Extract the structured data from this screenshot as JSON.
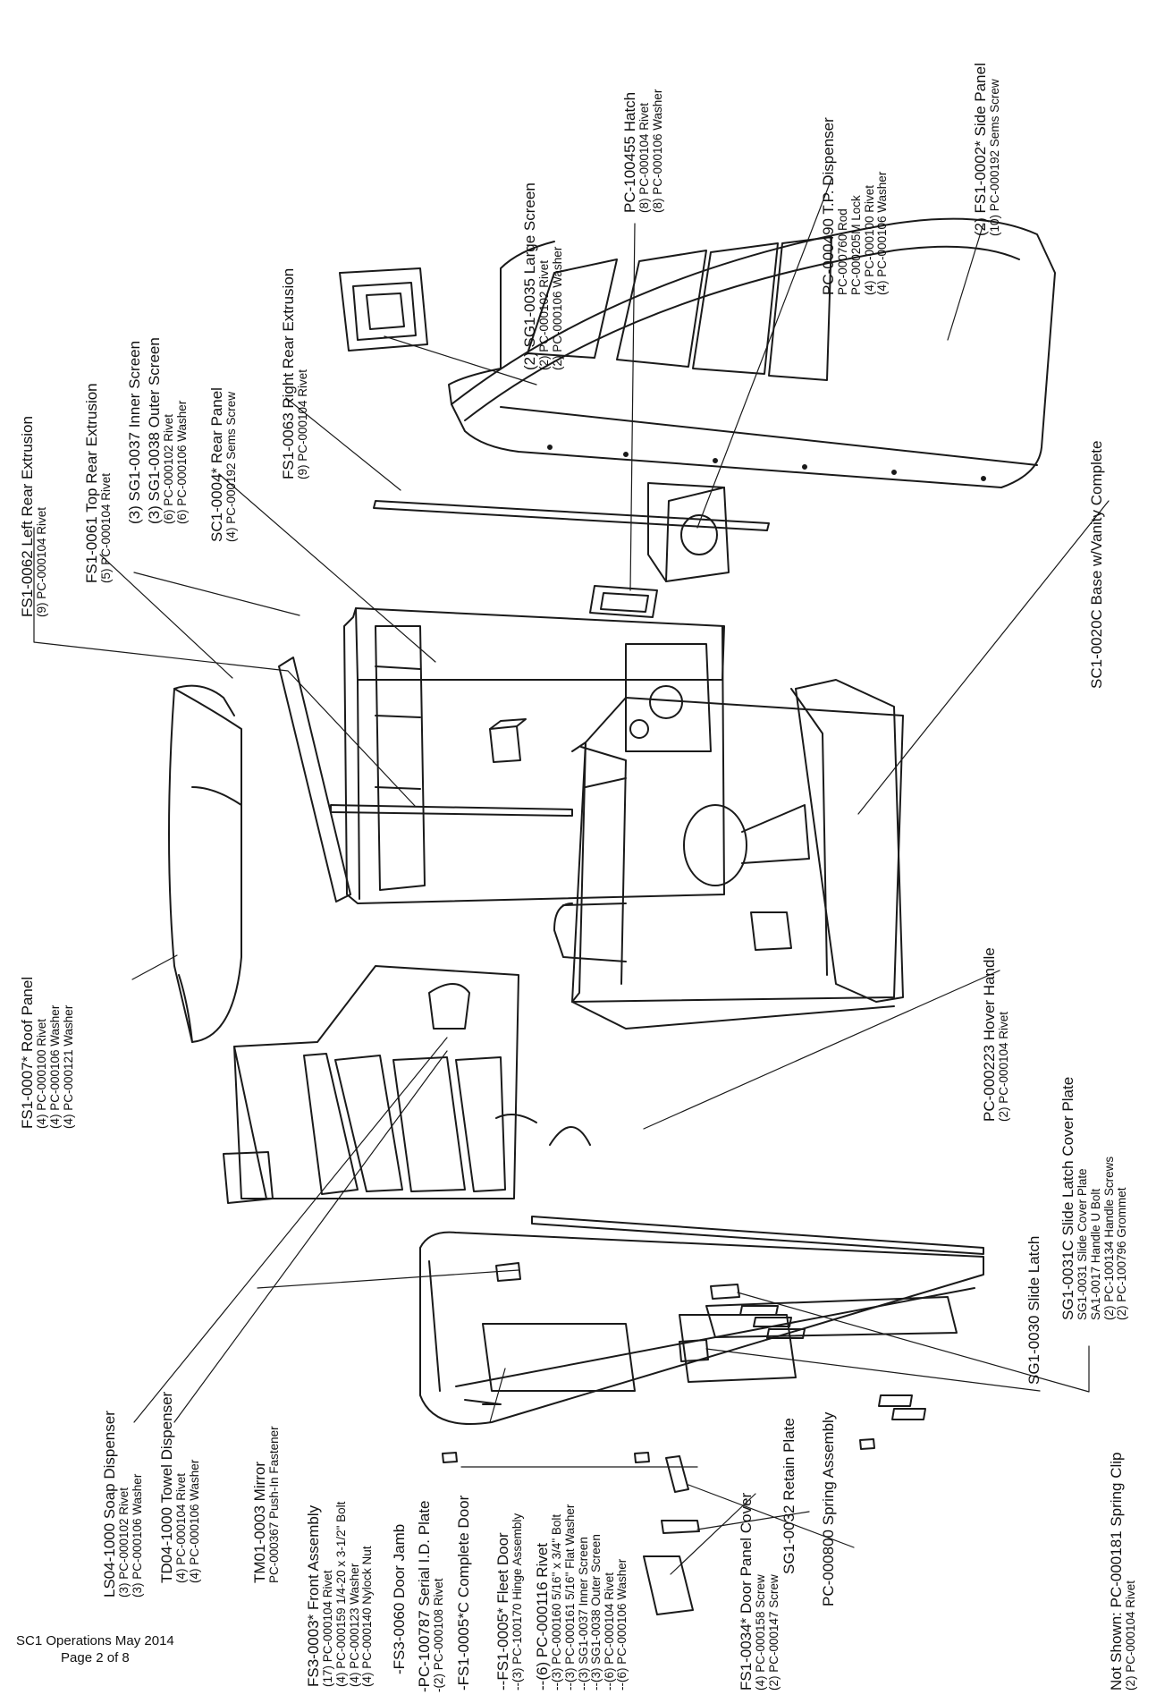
{
  "footer": {
    "doc": "SC1 Operations May 2014",
    "page": "Page 2 of 8"
  },
  "labels": [
    {
      "title": "FS1-0062 Left Rear Extrusion",
      "subs": [
        "(9) PC-000104 Rivet"
      ]
    },
    {
      "title": "FS1-0061 Top Rear Extrusion",
      "subs": [
        "(5) PC-000104 Rivet"
      ]
    },
    {
      "title": "(3) SG1-0037 Inner Screen",
      "subs": []
    },
    {
      "title": "(3) SG1-0038 Outer Screen",
      "subs": [
        "(6) PC-000102 Rivet",
        "(6) PC-000106 Washer"
      ]
    },
    {
      "title": "SC1-0004* Rear Panel",
      "subs": [
        "(4) PC-000192 Sems Screw"
      ]
    },
    {
      "title": "FS1-0063 Right Rear Extrusion",
      "subs": [
        "(9) PC-000104 Rivet"
      ]
    },
    {
      "title": "(2) SG1-0035 Large Screen",
      "subs": [
        "(2) PC-000102 Rivet",
        "(2) PC-000106 Washer"
      ]
    },
    {
      "title": "PC-100455 Hatch",
      "subs": [
        "(8) PC-000104 Rivet",
        "(8) PC-000106 Washer"
      ]
    },
    {
      "title": "PC-000490 T.P. Dispenser",
      "subs": [
        "PC-000760 Rod",
        "PC-000205M Lock",
        "(4) PC-000100 Rivet",
        "(4) PC-000106 Washer"
      ]
    },
    {
      "title": "(2) FS1-0002* Side Panel",
      "subs": [
        "(10) PC-000192 Sems Screw"
      ]
    },
    {
      "title": "SC1-0020C Base w/Vanity Complete",
      "subs": []
    },
    {
      "title": "FS1-0007* Roof Panel",
      "subs": [
        "(4) PC-000100 Rivet",
        "(4) PC-000106 Washer",
        "(4) PC-000121 Washer"
      ]
    },
    {
      "title": "PC-000223 Hover Handle",
      "subs": [
        "(2) PC-000104 Rivet"
      ]
    },
    {
      "title": "SG1-0031C Slide Latch Cover Plate",
      "subs": [
        "SG1-0031 Slide Cover Plate",
        "SA1-0017 Handle U Bolt",
        "(2) PC-100134 Handle Screws",
        "(2) PC-100796 Grommet"
      ]
    },
    {
      "title": "LS04-1000 Soap Dispenser",
      "subs": [
        "(3) PC-000102 Rivet",
        "(3) PC-000106 Washer"
      ]
    },
    {
      "title": "TD04-1000 Towel Dispenser",
      "subs": [
        "(4) PC-000104 Rivet",
        "(4) PC-000106 Washer"
      ]
    },
    {
      "title": "TM01-0003 Mirror",
      "subs": [
        "PC-000367 Push-In Fastener"
      ]
    },
    {
      "title": "FS3-0003* Front Assembly",
      "subs": [
        "(17) PC-000104 Rivet",
        "(4) PC-000159 1/4-20 x 3-1/2\" Bolt",
        "(4) PC-000123 Washer",
        "(4) PC-000140 Nylock Nut"
      ]
    },
    {
      "title": "-FS3-0060 Door Jamb",
      "subs": []
    },
    {
      "title": "-PC-100787 Serial I.D. Plate",
      "subs": [
        "-(2) PC-000108 Rivet"
      ]
    },
    {
      "title": "-FS1-0005*C Complete Door",
      "subs": []
    },
    {
      "title": "--FS1-0005* Fleet Door",
      "subs": [
        "--(3) PC-100170 Hinge Assembly"
      ]
    },
    {
      "title": "--(6) PC-000116 Rivet",
      "subs": [
        "--(3) PC-000160 5/16\" x 3/4\" Bolt",
        "--(3) PC-000161 5/16\" Flat Washer",
        "--(3) SG1-0037 Inner Screen",
        "--(3) SG1-0038 Outer Screen",
        "--(6) PC-000104 Rivet",
        "--(6) PC-000106 Washer"
      ]
    },
    {
      "title": "FS1-0034* Door Panel Cover",
      "subs": [
        "(4) PC-000158 Screw",
        "(2) PC-000147 Screw"
      ]
    },
    {
      "title": "SG1-0032 Retain Plate",
      "subs": []
    },
    {
      "title": "PC-000800 Spring Assembly",
      "subs": []
    },
    {
      "title": "SG1-0030 Slide Latch",
      "subs": []
    },
    {
      "title": "Not Shown: PC-000181 Spring Clip",
      "subs": [
        "(2) PC-000104 Rivet"
      ]
    }
  ]
}
